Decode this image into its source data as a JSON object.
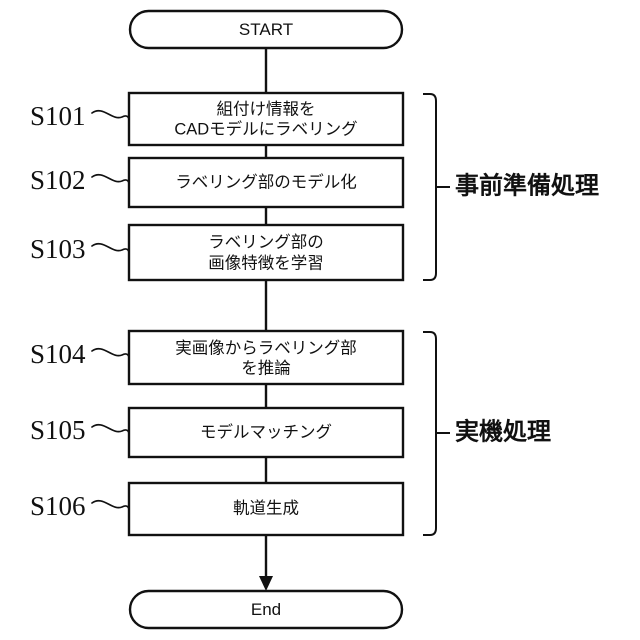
{
  "diagram": {
    "title": "",
    "type": "flowchart",
    "orientation": "vertical",
    "colors": {
      "background": "#ffffff",
      "stroke": "#111111",
      "fill": "#ffffff"
    },
    "start_terminal": {
      "label": "START",
      "shape": "stadium"
    },
    "end_terminal": {
      "label": "End",
      "shape": "stadium"
    },
    "steps": [
      {
        "id": "S101",
        "lines": [
          "組付け情報を",
          "CADモデルにラベリング"
        ],
        "group": "事前準備処理"
      },
      {
        "id": "S102",
        "lines": [
          "ラベリング部のモデル化"
        ],
        "group": "事前準備処理"
      },
      {
        "id": "S103",
        "lines": [
          "ラベリング部の",
          "画像特徴を学習"
        ],
        "group": "事前準備処理"
      },
      {
        "id": "S104",
        "lines": [
          "実画像からラベリング部",
          "を推論"
        ],
        "group": "実機処理"
      },
      {
        "id": "S105",
        "lines": [
          "モデルマッチング"
        ],
        "group": "実機処理"
      },
      {
        "id": "S106",
        "lines": [
          "軌道生成"
        ],
        "group": "実機処理"
      }
    ],
    "groups": [
      {
        "label": "事前準備処理",
        "steps": [
          "S101",
          "S102",
          "S103"
        ]
      },
      {
        "label": "実機処理",
        "steps": [
          "S104",
          "S105",
          "S106"
        ]
      }
    ]
  }
}
